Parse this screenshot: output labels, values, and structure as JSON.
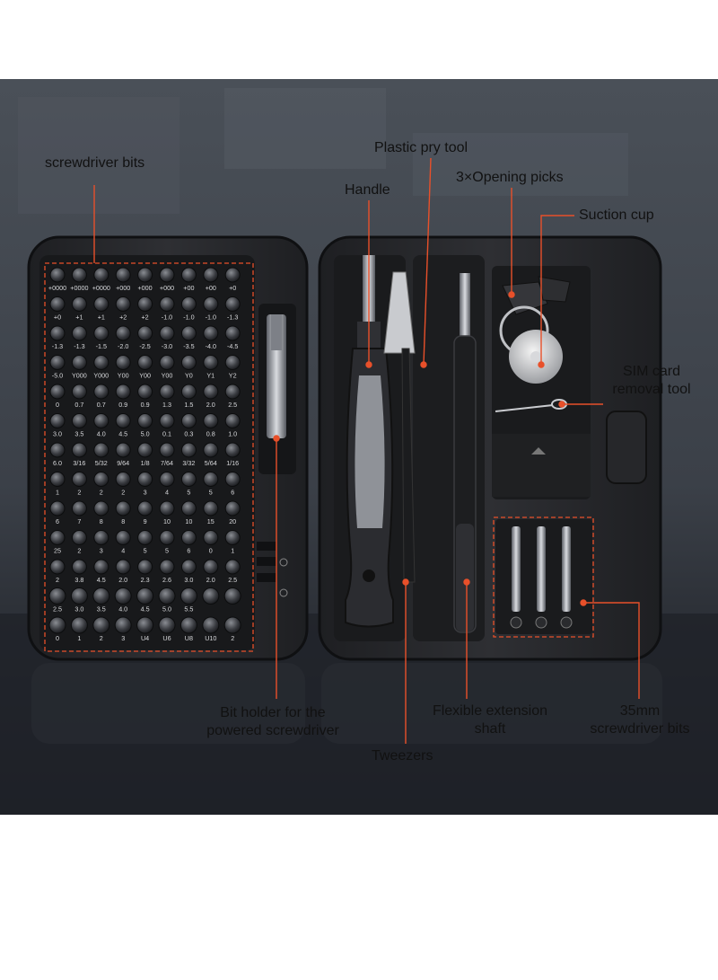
{
  "callouts": {
    "screwdriver_bits": "screwdriver bits",
    "plastic_pry_tool": "Plastic pry tool",
    "handle": "Handle",
    "opening_picks": "3×Opening picks",
    "suction_cup": "Suction cup",
    "sim_tool": "SIM card\nremoval tool",
    "bit_holder": "Bit holder for the\npowered screwdriver",
    "flexible_shaft": "Flexible extension\nshaft",
    "tweezers": "Tweezers",
    "bits_35mm": "35mm\nscrewdriver bits"
  },
  "bit_grid": {
    "rows": [
      [
        "+0000",
        "+0000",
        "+0000",
        "+000",
        "+000",
        "+000",
        "+00",
        "+00",
        "+0"
      ],
      [
        "+0",
        "+1",
        "+1",
        "+2",
        "+2",
        "-1.0",
        "-1.0",
        "-1.0",
        "-1.3"
      ],
      [
        "-1.3",
        "-1.3",
        "-1.5",
        "-2.0",
        "-2.5",
        "-3.0",
        "-3.5",
        "-4.0",
        "-4.5"
      ],
      [
        "-5.0",
        "Y000",
        "Y000",
        "Y00",
        "Y00",
        "Y00",
        "Y0",
        "Y1",
        "Y2"
      ],
      [
        "0",
        "0.7",
        "0.7",
        "0.9",
        "0.9",
        "1.3",
        "1.5",
        "2.0",
        "2.5"
      ],
      [
        "3.0",
        "3.5",
        "4.0",
        "4.5",
        "5.0",
        "0.1",
        "0.3",
        "0.8",
        "1.0"
      ],
      [
        "6.0",
        "3/16",
        "5/32",
        "9/64",
        "1/8",
        "7/64",
        "3/32",
        "5/64",
        "1/16"
      ],
      [
        "1",
        "2",
        "2",
        "2",
        "3",
        "4",
        "5",
        "5",
        "6"
      ],
      [
        "6",
        "7",
        "8",
        "8",
        "9",
        "10",
        "10",
        "15",
        "20"
      ],
      [
        "25",
        "2",
        "3",
        "4",
        "5",
        "5",
        "6",
        "0",
        "1"
      ],
      [
        "2",
        "3.8",
        "4.5",
        "2.0",
        "2.3",
        "2.6",
        "3.0",
        "2.0",
        "2.5"
      ],
      [
        "2.5",
        "3.0",
        "3.5",
        "4.0",
        "4.5",
        "5.0",
        "5.5",
        "",
        ""
      ],
      [
        "0",
        "1",
        "2",
        "3",
        "U4",
        "U6",
        "U8",
        "U10",
        "2"
      ]
    ]
  },
  "colors": {
    "background_dark": "#3a3f47",
    "case": "#2a2b2e",
    "accent_orange": "#e8502a",
    "label_text": "#111111"
  }
}
